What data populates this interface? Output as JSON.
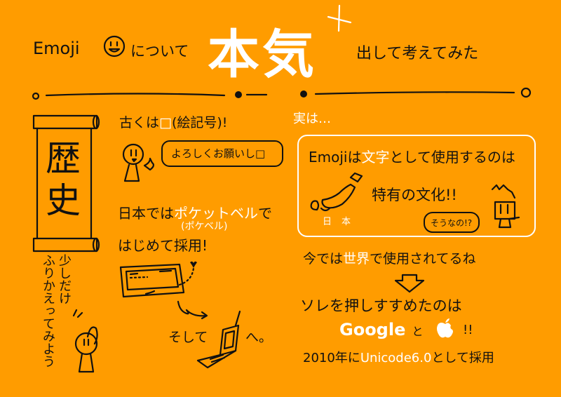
{
  "header": {
    "prefix_word": "Emoji",
    "emoji_icon": "smiley-face-icon",
    "prefix_suffix": "について",
    "title_big": "本気",
    "title_tail": "出して考えてみた",
    "sparkle_icon": "sparkle-icon"
  },
  "history": {
    "scroll_label": "歴史",
    "side_note": [
      "少しだけ",
      "ふりかえってみよう"
    ],
    "line1": {
      "before": "古くは",
      "box": "□",
      "after": "(絵記号)!"
    },
    "speech_bubble": "よろしくお願いし□",
    "line2": {
      "before": "日本では",
      "highlight": "ポケットベル",
      "after": "で"
    },
    "line2_note": "(ポケベル)",
    "line3": "はじめて採用!",
    "arrow_label_1": "そして",
    "arrow_label_2": "へ。"
  },
  "culture": {
    "intro": "実は…",
    "box_line1": {
      "before": "Emojiは",
      "highlight": "文字",
      "after": "として使用するのは"
    },
    "box_line2": "特有の文化!!",
    "map_label": "日本",
    "surprised_bubble": "そうなの!?",
    "line_world": {
      "before": "今では",
      "highlight": "世界",
      "after": "で使用されてるね"
    },
    "promoted_by": "ソレを押しすすめたのは",
    "companies": {
      "google": "Google",
      "and": "と",
      "apple_icon": "apple-logo-icon",
      "exclaim": "!!"
    },
    "adoption": {
      "before": "2010年に",
      "highlight": "Unicode6.0",
      "after": "として採用"
    }
  },
  "colors": {
    "background": "#ff9c00",
    "ink": "#111111",
    "highlight": "#ffffff"
  }
}
